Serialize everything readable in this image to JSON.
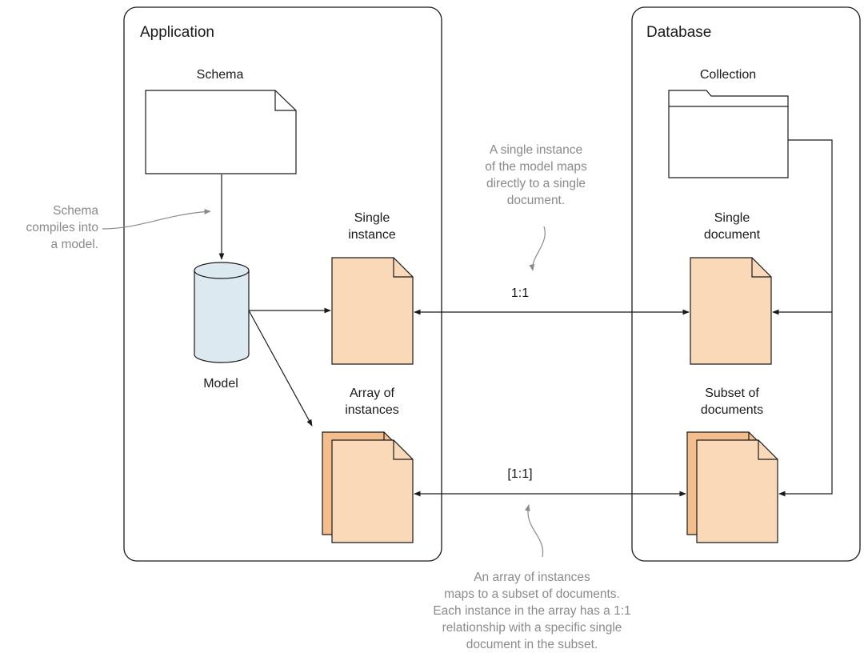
{
  "application": {
    "title": "Application",
    "schema_label": "Schema",
    "model_label": "Model",
    "single_instance_label": "Single\ninstance",
    "array_label": "Array of\ninstances"
  },
  "database": {
    "title": "Database",
    "collection_label": "Collection",
    "single_document_label": "Single\ndocument",
    "subset_label": "Subset of\ndocuments"
  },
  "relations": {
    "one_to_one": "1:1",
    "array_one_to_one": "[1:1]"
  },
  "annotations": {
    "schema_compiles": "Schema\ncompiles into\na model.",
    "single_instance_maps": "A single instance\nof the model maps\ndirectly to a single\ndocument.",
    "array_maps": "An array of instances\nmaps to a subset of documents.\nEach instance in the array has a 1:1\nrelationship with a specific single\ndocument in the subset."
  },
  "colors": {
    "document_fill": "#fad9b8",
    "document_stack_fill": "#f3bd8c",
    "model_fill": "#dde9f1",
    "annotation_text": "#8a8a8a",
    "line": "#1a1a1a"
  }
}
